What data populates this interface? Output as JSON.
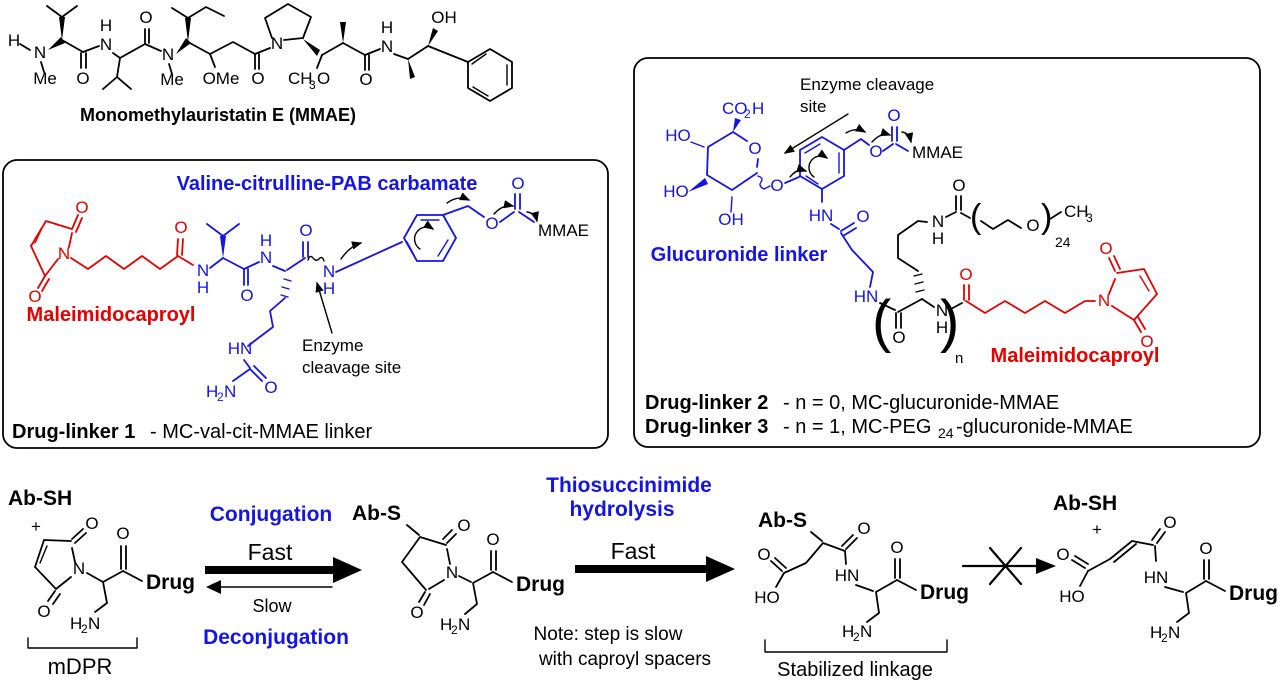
{
  "colors": {
    "blue": "#1414e6",
    "red": "#e60000",
    "black": "#000000",
    "bg": "#ffffff"
  },
  "mmae": {
    "title": "Monomethylauristatin E (MMAE)"
  },
  "box1": {
    "header": "Valine-citrulline-PAB carbamate",
    "mc_label": "Maleimidocaproyl",
    "enzyme1": "Enzyme",
    "enzyme2": "cleavage site",
    "mmae": "MMAE",
    "cap_b": "Drug-linker 1",
    "cap_r": "- MC-val-cit-MMAE linker"
  },
  "box2": {
    "enzyme1": "Enzyme cleavage",
    "enzyme2": "site",
    "gluc": "Glucuronide linker",
    "mc_label": "Maleimidocaproyl",
    "mmae": "MMAE",
    "cap2_b": "Drug-linker 2",
    "cap2_r": "- n = 0, MC-glucuronide-MMAE",
    "cap3_b": "Drug-linker 3",
    "cap3_r1": "- n = 1, MC-PEG",
    "cap3_sub": "24",
    "cap3_r2": "-glucuronide-MMAE"
  },
  "scheme": {
    "ab_sh": "Ab-SH",
    "ab_s": "Ab-S",
    "plus": "+",
    "conjugation": "Conjugation",
    "deconjugation": "Deconjugation",
    "fast": "Fast",
    "slow": "Slow",
    "thio1": "Thiosuccinimide",
    "thio2": "hydrolysis",
    "note1": "Note: step is slow",
    "note2": "with caproyl spacers",
    "mdpr": "mDPR",
    "stabilized": "Stabilized linkage",
    "drug": "Drug"
  },
  "atom": {
    "O": "O",
    "N": "N",
    "H": "H",
    "S": "S",
    "Me": "Me",
    "OMe": "OMe",
    "OH": "OH",
    "HO": "HO",
    "HN": "HN",
    "CH": "CH",
    "CO": "CO",
    "sub2": "2",
    "sub3": "3",
    "sub24": "24",
    "subn": "n",
    "lp": "(",
    "rp": ")",
    "plus": "+"
  }
}
